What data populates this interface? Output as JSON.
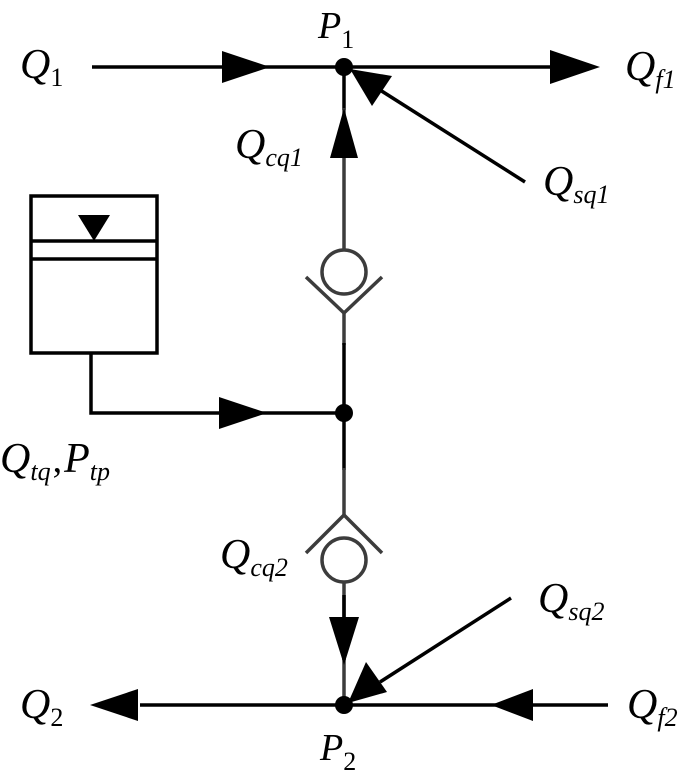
{
  "diagram": {
    "type": "hydraulic-flow-schematic",
    "colors": {
      "line": "#000000",
      "valve": "#3c3c3c",
      "background": "#ffffff"
    },
    "nodes": {
      "p1": {
        "main": "P",
        "sub": "1"
      },
      "p2": {
        "main": "P",
        "sub": "2"
      }
    },
    "labels": {
      "q1": {
        "main": "Q",
        "sub": "1"
      },
      "qf1": {
        "main": "Q",
        "sub": "f1"
      },
      "qcq1": {
        "main": "Q",
        "sub": "cq1"
      },
      "qsq1": {
        "main": "Q",
        "sub": "sq1"
      },
      "qtq": {
        "main": "Q",
        "sub": "tq"
      },
      "separator": ",",
      "ptp": {
        "main": "P",
        "sub": "tp"
      },
      "qcq2": {
        "main": "Q",
        "sub": "cq2"
      },
      "qsq2": {
        "main": "Q",
        "sub": "sq2"
      },
      "q2": {
        "main": "Q",
        "sub": "2"
      },
      "qf2": {
        "main": "Q",
        "sub": "f2"
      }
    },
    "components": [
      {
        "id": "accumulator-tank",
        "name": "tank",
        "symbol": "reservoir-with-level"
      },
      {
        "id": "check-valve-upper",
        "name": "check valve 1",
        "direction": "up"
      },
      {
        "id": "check-valve-lower",
        "name": "check valve 2",
        "direction": "down"
      }
    ],
    "flows": [
      {
        "label": "Q1",
        "from": "inlet",
        "to": "P1",
        "direction": "right"
      },
      {
        "label": "Qf1",
        "from": "P1",
        "to": "outlet",
        "direction": "right"
      },
      {
        "label": "Qsq1",
        "from": "external",
        "to": "P1",
        "direction": "up-left"
      },
      {
        "label": "Qcq1",
        "from": "middle-node",
        "to": "P1",
        "direction": "up"
      },
      {
        "label": "Qtq,Ptp",
        "from": "tank",
        "to": "middle-node",
        "direction": "right"
      },
      {
        "label": "Qcq2",
        "from": "middle-node",
        "to": "P2",
        "direction": "down"
      },
      {
        "label": "Qsq2",
        "from": "external",
        "to": "P2",
        "direction": "down-left"
      },
      {
        "label": "Qf2",
        "from": "inlet",
        "to": "P2",
        "direction": "left"
      },
      {
        "label": "Q2",
        "from": "P2",
        "to": "outlet",
        "direction": "left"
      }
    ]
  }
}
